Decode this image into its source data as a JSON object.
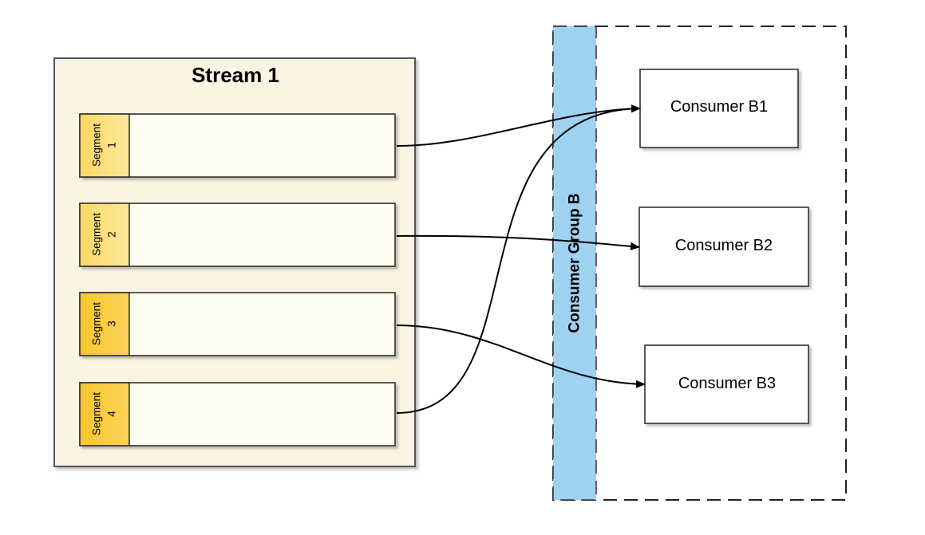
{
  "stream": {
    "title": "Stream 1",
    "segments": [
      {
        "label": "Segment",
        "number": "1"
      },
      {
        "label": "Segment",
        "number": "2"
      },
      {
        "label": "Segment",
        "number": "3"
      },
      {
        "label": "Segment",
        "number": "4"
      }
    ]
  },
  "consumer_group": {
    "label": "Consumer Group B",
    "consumers": [
      {
        "label": "Consumer B1"
      },
      {
        "label": "Consumer B2"
      },
      {
        "label": "Consumer B3"
      }
    ]
  },
  "assignments": [
    {
      "segment": "1",
      "consumer": "Consumer B1"
    },
    {
      "segment": "2",
      "consumer": "Consumer B2"
    },
    {
      "segment": "3",
      "consumer": "Consumer B3"
    },
    {
      "segment": "4",
      "consumer": "Consumer B1"
    }
  ],
  "colors": {
    "stream_fill": "#fbf4e2",
    "stream_border": "#505050",
    "segment_fill": "#fefdf1",
    "segment_tab_light": "#fde07a",
    "segment_tab_dark": "#f9cb36",
    "group_band": "#9fd2f1",
    "line": "#000000"
  }
}
